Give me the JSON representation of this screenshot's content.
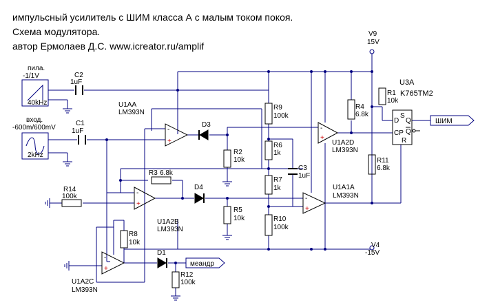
{
  "header": {
    "line1": "импульсный усилитель с ШИМ класса А с малым током покоя.",
    "line2": "Схема модулятора.",
    "line3": "автор Ермолаев Д.С. www.icreator.ru/amplif"
  },
  "colors": {
    "wire": "#000080",
    "component": "#000000",
    "plus_sign": "#cc0000",
    "text": "#000000"
  },
  "sources": {
    "saw": {
      "title": "пила.",
      "value": "-1/1V",
      "freq": "40kHz",
      "icon": "sawtooth-wave-icon"
    },
    "sine": {
      "title": "вход.",
      "value": "-600m/600mV",
      "freq": "2kHz",
      "icon": "sine-wave-icon"
    }
  },
  "capacitors": {
    "c1": {
      "ref": "C1",
      "value": "1uF"
    },
    "c2": {
      "ref": "C2",
      "value": "1uF"
    },
    "c3": {
      "ref": "C3",
      "value": "1uF"
    }
  },
  "resistors": {
    "r1": {
      "ref": "R1",
      "value": "10k"
    },
    "r2": {
      "ref": "R2",
      "value": "10k"
    },
    "r3": {
      "ref": "R3",
      "value": "6.8k"
    },
    "r4": {
      "ref": "R4",
      "value": "6.8k"
    },
    "r5": {
      "ref": "R5",
      "value": "10k"
    },
    "r6": {
      "ref": "R6",
      "value": "1k"
    },
    "r7": {
      "ref": "R7",
      "value": "1k"
    },
    "r8": {
      "ref": "R8",
      "value": "10k"
    },
    "r9": {
      "ref": "R9",
      "value": "100k"
    },
    "r10": {
      "ref": "R10",
      "value": "100k"
    },
    "r11": {
      "ref": "R11",
      "value": "6.8k"
    },
    "r12": {
      "ref": "R12",
      "value": "100k"
    },
    "r14": {
      "ref": "R14",
      "value": "100k"
    }
  },
  "diodes": {
    "d1": "D1",
    "d3": "D3",
    "d4": "D4"
  },
  "comparators": {
    "u1aa": {
      "ref": "U1AA",
      "part": "LM393N"
    },
    "u1a2b": {
      "ref": "U1A2B",
      "part": "LM393N"
    },
    "u1a2c": {
      "ref": "U1A2C",
      "part": "LM393N"
    },
    "u1a2d": {
      "ref": "U1A2D",
      "part": "LM393N"
    },
    "u1a1a": {
      "ref": "U1A1A",
      "part": "LM393N"
    }
  },
  "flipflop": {
    "ref": "U3A",
    "part": "K765TM2",
    "pin_s": "S",
    "pin_d": "D",
    "pin_cp": "CP",
    "pin_r": "R",
    "pin_q": "Q",
    "pin_qbar": "Q"
  },
  "supplies": {
    "v9": {
      "ref": "V9",
      "value": "15V"
    },
    "v4": {
      "ref": "V4",
      "value": "-15V"
    }
  },
  "outputs": {
    "shim": "ШИМ",
    "meandr": "меандр"
  },
  "op_signs": {
    "plus": "+",
    "minus": "-"
  }
}
